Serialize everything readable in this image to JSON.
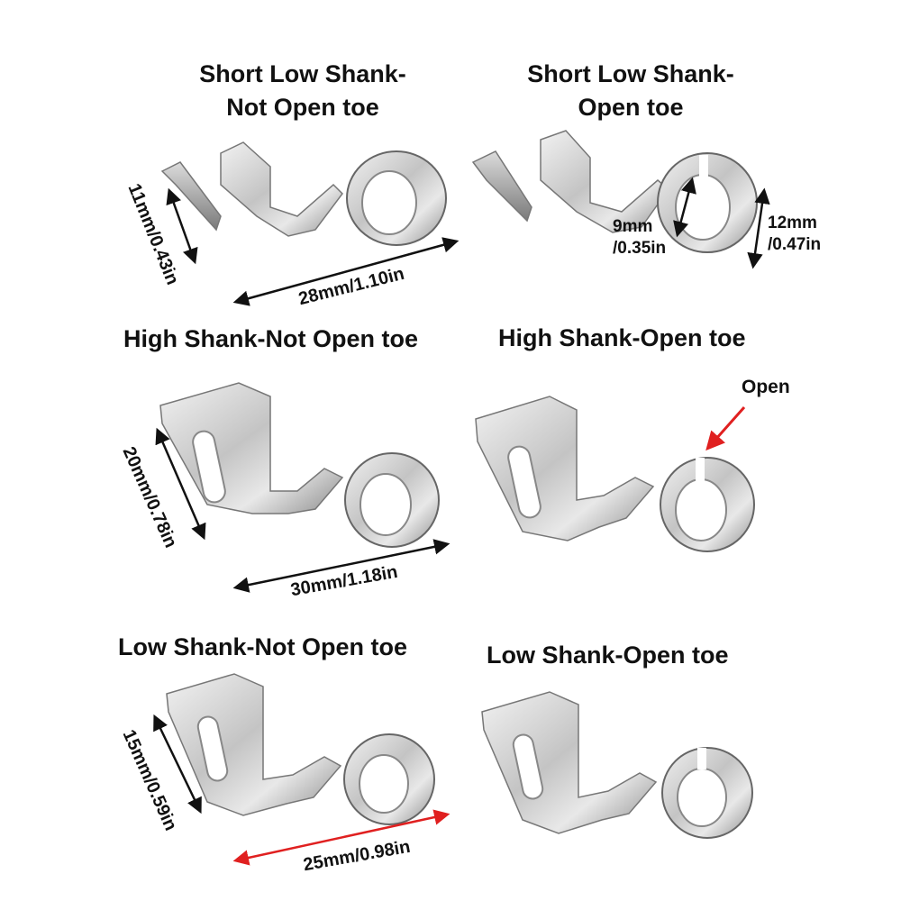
{
  "panels": {
    "short_low_not_open": {
      "title_line1": "Short Low Shank-",
      "title_line2": "Not Open toe",
      "dim_height": "11mm/0.43in",
      "dim_width": "28mm/1.10in"
    },
    "short_low_open": {
      "title_line1": "Short Low Shank-",
      "title_line2": "Open toe",
      "dim_inner_line1": "9mm",
      "dim_inner_line2": "/0.35in",
      "dim_outer_line1": "12mm",
      "dim_outer_line2": "/0.47in"
    },
    "high_not_open": {
      "title": "High Shank-Not Open toe",
      "dim_height": "20mm/0.78in",
      "dim_width": "30mm/1.18in"
    },
    "high_open": {
      "title": "High Shank-Open toe",
      "callout": "Open"
    },
    "low_not_open": {
      "title": "Low Shank-Not Open toe",
      "dim_height": "15mm/0.59in",
      "dim_width": "25mm/0.98in"
    },
    "low_open": {
      "title": "Low Shank-Open toe"
    }
  },
  "colors": {
    "metal_light": "#e4e4e4",
    "metal_mid": "#b8b8b8",
    "metal_dark": "#6f6f6f",
    "arrow_black": "#111111",
    "arrow_red": "#e02020"
  }
}
